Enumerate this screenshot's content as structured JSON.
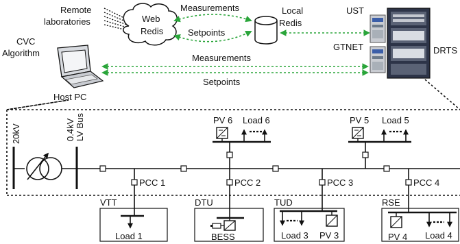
{
  "top": {
    "remote_labs_line1": "Remote",
    "remote_labs_line2": "laboratories",
    "web_redis_line1": "Web",
    "web_redis_line2": "Redis",
    "local_redis_line1": "Local",
    "local_redis_line2": "Redis",
    "measurements_upper": "Measurements",
    "setpoints_upper": "Setpoints",
    "ust": "UST",
    "gtnet": "GTNET",
    "drts": "DRTS",
    "cvc_line1": "CVC",
    "cvc_line2": "Algorithm",
    "host_pc": "Host PC",
    "measurements_lower": "Measurements",
    "setpoints_lower": "Setpoints"
  },
  "grid": {
    "v20kv": "20kV",
    "v04kv": "0.4kV",
    "lv_bus": "LV Bus",
    "pv6": "PV 6",
    "load6": "Load 6",
    "pv5": "PV 5",
    "load5": "Load 5",
    "pcc1": "PCC 1",
    "pcc2": "PCC 2",
    "pcc3": "PCC 3",
    "pcc4": "PCC 4"
  },
  "labs": {
    "vtt": "VTT",
    "dtu": "DTU",
    "tud": "TUD",
    "rse": "RSE",
    "load1": "Load 1",
    "bess": "BESS",
    "load3": "Load 3",
    "pv3": "PV 3",
    "pv4": "PV 4",
    "load4": "Load 4"
  },
  "colors": {
    "link": "#2aa53a",
    "line": "#111111",
    "rack": "#2d3448",
    "rack_frame": "#5a6275"
  }
}
